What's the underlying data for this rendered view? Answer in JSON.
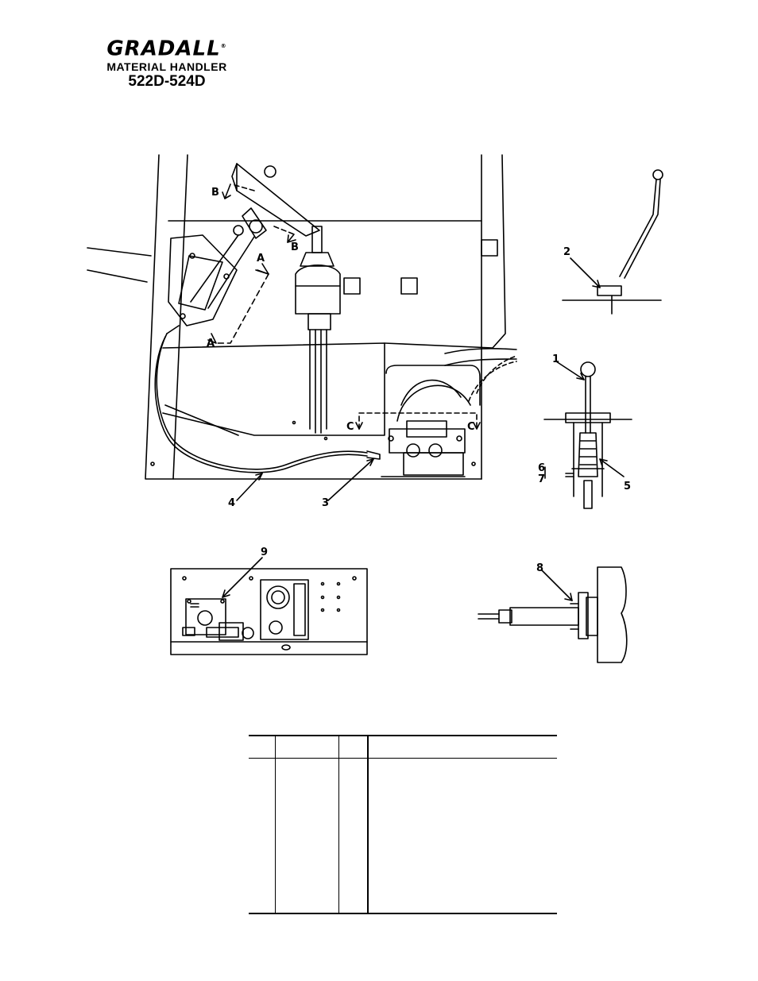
{
  "header": {
    "brand": "GRADALL",
    "registered": "®",
    "subtitle": "MATERIAL HANDLER",
    "model": "522D-524D"
  },
  "callouts": {
    "item1": "1",
    "item2": "2",
    "item3": "3",
    "item4": "4",
    "item5": "5",
    "item6": "6",
    "item7": "7",
    "item8": "8",
    "item9": "9"
  },
  "section_labels": {
    "a_upper": "A",
    "a_lower": "A",
    "b_upper": "B",
    "b_lower": "B",
    "c_left": "C",
    "c_right": "C"
  },
  "parts_table": {
    "columns": [
      "",
      "",
      "",
      ""
    ],
    "rows": []
  }
}
